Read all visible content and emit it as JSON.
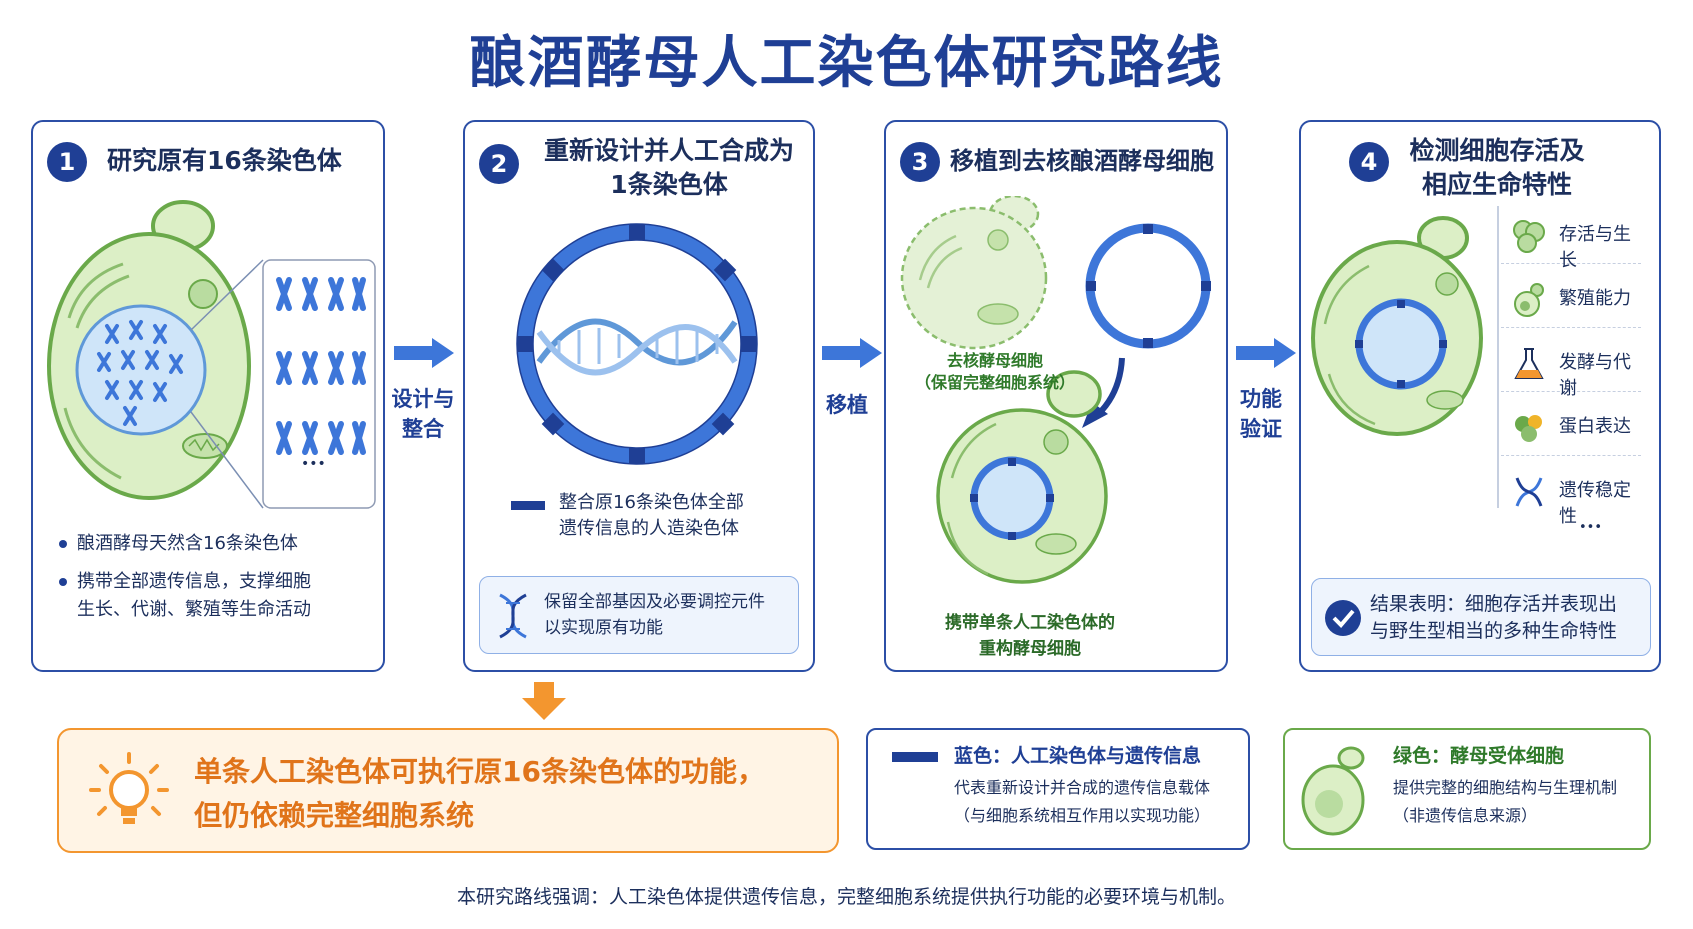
{
  "title": "酿酒酵母人工染色体研究路线",
  "steps": [
    {
      "num": "1",
      "title": "研究原有16条染色体",
      "bullets": [
        "酿酒酵母天然含16条染色体",
        "携带全部遗传信息，支撑细胞",
        "生长、代谢、繁殖等生命活动"
      ],
      "ellipsis": "•••"
    },
    {
      "num": "2",
      "title_line1": "重新设计并人工合成为",
      "title_line2": "1条染色体",
      "legend_line1": "整合原16条染色体全部",
      "legend_line2": "遗传信息的人造染色体",
      "note_line1": "保留全部基因及必要调控元件",
      "note_line2": "以实现原有功能"
    },
    {
      "num": "3",
      "title": "移植到去核酿酒酵母细胞",
      "label1_line1": "去核酵母细胞",
      "label1_line2": "（保留完整细胞系统）",
      "label2_line1": "携带单条人工染色体的",
      "label2_line2": "重构酵母细胞"
    },
    {
      "num": "4",
      "title_line1": "检测细胞存活及",
      "title_line2": "相应生命特性",
      "traits": [
        "存活与生长",
        "繁殖能力",
        "发酵与代谢",
        "蛋白表达",
        "遗传稳定性"
      ],
      "ellipsis": "•••",
      "result_line1": "结果表明：细胞存活并表现出",
      "result_line2": "与野生型相当的多种生命特性"
    }
  ],
  "arrows": [
    {
      "line1": "设计与",
      "line2": "整合"
    },
    {
      "line1": "移植",
      "line2": ""
    },
    {
      "line1": "功能",
      "line2": "验证"
    }
  ],
  "conclusion": {
    "line1": "单条人工染色体可执行原16条染色体的功能，",
    "line2": "但仍依赖完整细胞系统"
  },
  "legend_blue": {
    "title": "蓝色：人工染色体与遗传信息",
    "line1": "代表重新设计并合成的遗传信息载体",
    "line2": "（与细胞系统相互作用以实现功能）"
  },
  "legend_green": {
    "title": "绿色：酵母受体细胞",
    "line1": "提供完整的细胞结构与生理机制",
    "line2": "（非遗传信息来源）"
  },
  "footer": "本研究路线强调：人工染色体提供遗传信息，完整细胞系统提供执行功能的必要环境与机制。",
  "colors": {
    "navy": "#1f3f95",
    "blue": "#3d76d9",
    "green": "#6aa94a",
    "cell_fill": "#dcefc6",
    "orange": "#f3962f"
  }
}
